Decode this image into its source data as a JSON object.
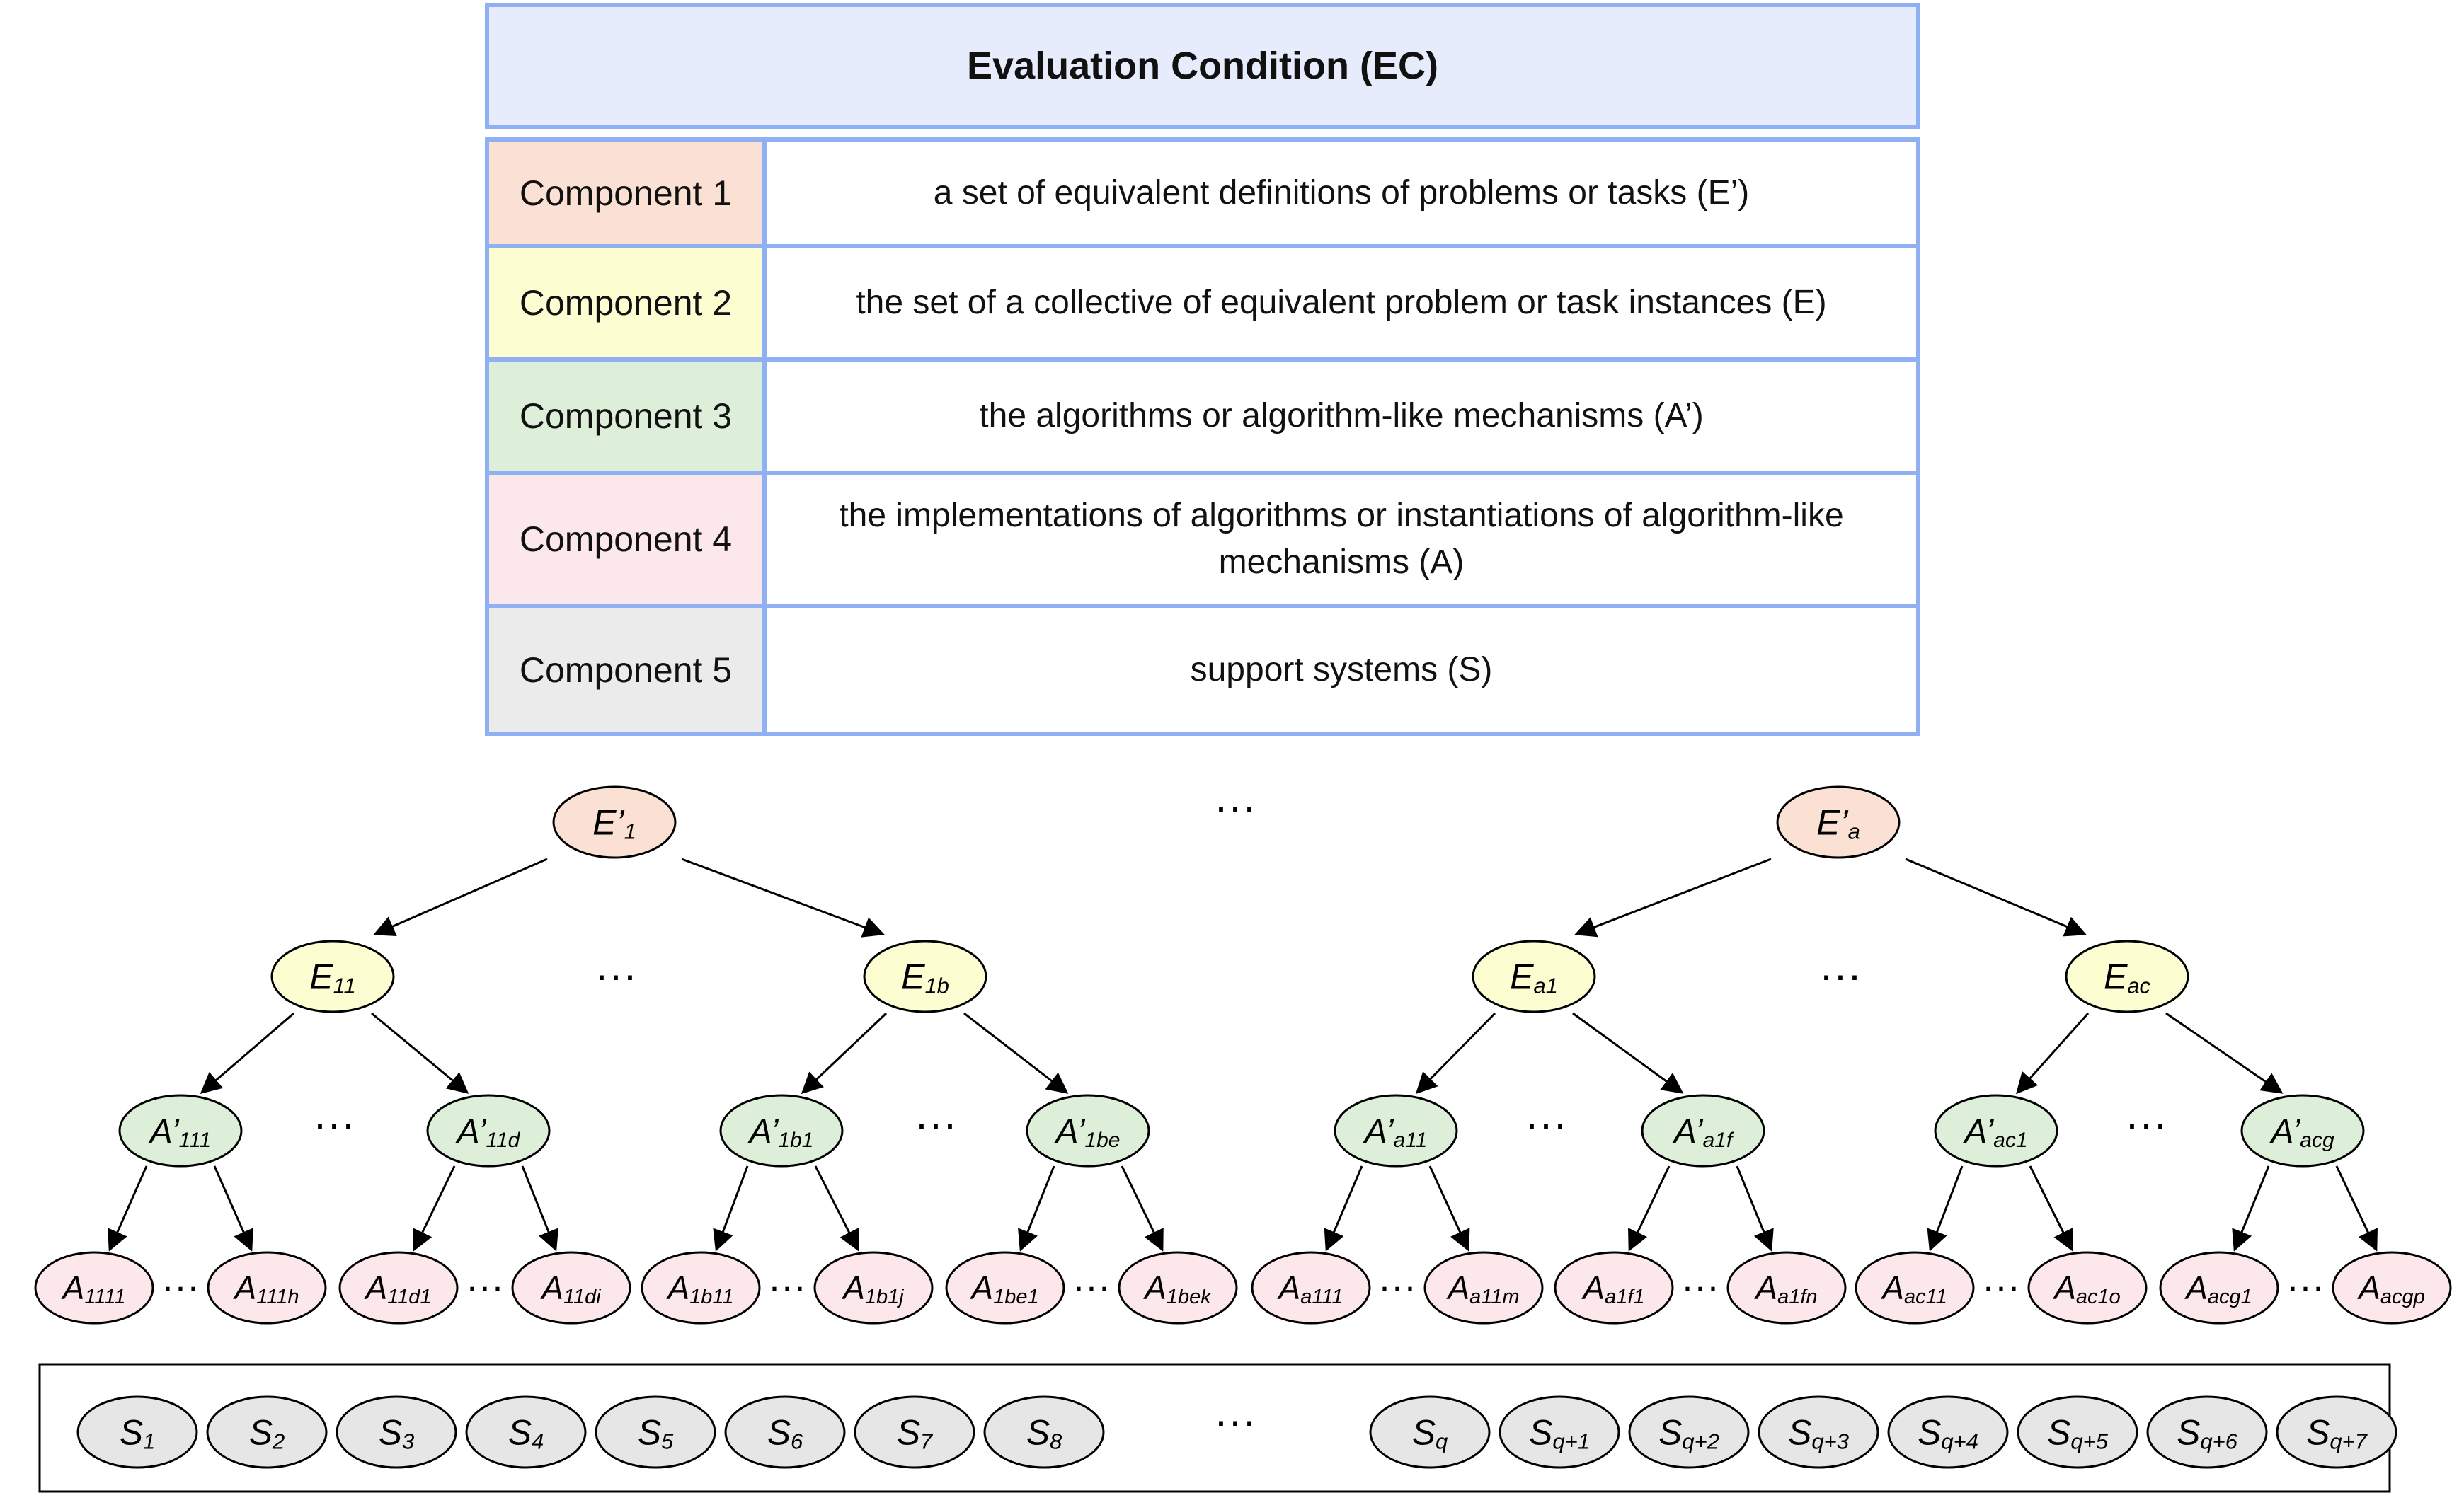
{
  "ec": {
    "title": "Evaluation Condition (EC)",
    "components": [
      {
        "label": "Component 1",
        "description": "a set of equivalent definitions of problems or tasks (E’)",
        "color": "#fbe1d3"
      },
      {
        "label": "Component 2",
        "description": "the set of a collective of equivalent problem or task instances (E)",
        "color": "#fdfdd2"
      },
      {
        "label": "Component 3",
        "description": "the algorithms or algorithm-like mechanisms (A’)",
        "color": "#deefd9"
      },
      {
        "label": "Component 4",
        "description": "the implementations of algorithms or instantiations of  algorithm-like mechanisms (A)",
        "color": "#fce8ea"
      },
      {
        "label": "Component 5",
        "description": "support systems (S)",
        "color": "#ebebeb"
      }
    ]
  },
  "colors": {
    "level1": "#fbe1d3",
    "level2": "#fdfdd2",
    "level3": "#deefd9",
    "level4": "#fce8ea",
    "support": "#e6e6e6"
  },
  "ellipsis": "···",
  "tree": {
    "level1": [
      {
        "base": "E’",
        "sub": "1"
      },
      {
        "base": "E’",
        "sub": "a"
      }
    ],
    "level2": [
      {
        "base": "E",
        "sub": "11"
      },
      {
        "base": "E",
        "sub": "1b"
      },
      {
        "base": "E",
        "sub": "a1"
      },
      {
        "base": "E",
        "sub": "ac"
      }
    ],
    "level3": [
      {
        "base": "A’",
        "sub": "111"
      },
      {
        "base": "A’",
        "sub": "11d"
      },
      {
        "base": "A’",
        "sub": "1b1"
      },
      {
        "base": "A’",
        "sub": "1be"
      },
      {
        "base": "A’",
        "sub": "a11"
      },
      {
        "base": "A’",
        "sub": "a1f"
      },
      {
        "base": "A’",
        "sub": "ac1"
      },
      {
        "base": "A’",
        "sub": "acg"
      }
    ],
    "level4": [
      {
        "base": "A",
        "sub": "1111"
      },
      {
        "base": "A",
        "sub": "111h"
      },
      {
        "base": "A",
        "sub": "11d1"
      },
      {
        "base": "A",
        "sub": "11di"
      },
      {
        "base": "A",
        "sub": "1b11"
      },
      {
        "base": "A",
        "sub": "1b1j"
      },
      {
        "base": "A",
        "sub": "1be1"
      },
      {
        "base": "A",
        "sub": "1bek"
      },
      {
        "base": "A",
        "sub": "a111"
      },
      {
        "base": "A",
        "sub": "a11m"
      },
      {
        "base": "A",
        "sub": "a1f1"
      },
      {
        "base": "A",
        "sub": "a1fn"
      },
      {
        "base": "A",
        "sub": "ac11"
      },
      {
        "base": "A",
        "sub": "ac1o"
      },
      {
        "base": "A",
        "sub": "acg1"
      },
      {
        "base": "A",
        "sub": "acgp"
      }
    ]
  },
  "support": {
    "left": [
      {
        "base": "S",
        "sub": "1"
      },
      {
        "base": "S",
        "sub": "2"
      },
      {
        "base": "S",
        "sub": "3"
      },
      {
        "base": "S",
        "sub": "4"
      },
      {
        "base": "S",
        "sub": "5"
      },
      {
        "base": "S",
        "sub": "6"
      },
      {
        "base": "S",
        "sub": "7"
      },
      {
        "base": "S",
        "sub": "8"
      }
    ],
    "right": [
      {
        "base": "S",
        "sub": "q"
      },
      {
        "base": "S",
        "sub": "q+1"
      },
      {
        "base": "S",
        "sub": "q+2"
      },
      {
        "base": "S",
        "sub": "q+3"
      },
      {
        "base": "S",
        "sub": "q+4"
      },
      {
        "base": "S",
        "sub": "q+5"
      },
      {
        "base": "S",
        "sub": "q+6"
      },
      {
        "base": "S",
        "sub": "q+7"
      }
    ]
  }
}
